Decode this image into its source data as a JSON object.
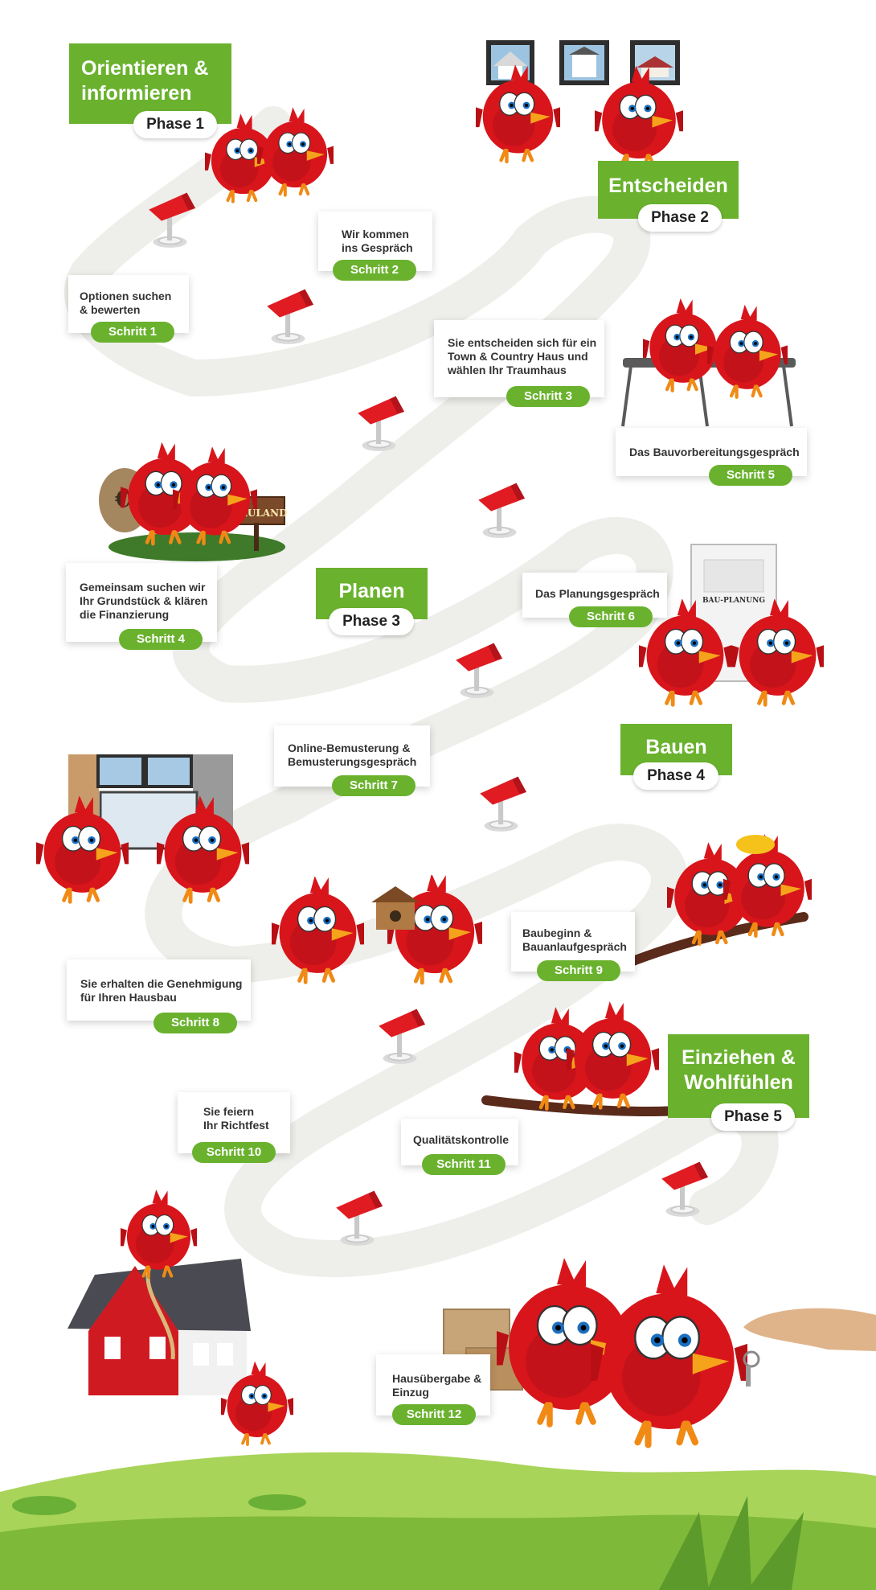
{
  "colors": {
    "accent_green": "#6ab22e",
    "path": "#eeeeea",
    "bird_red": "#d8151b",
    "marker_red": "#e01b22",
    "grass": "#8ec63f"
  },
  "phases": [
    {
      "title": "Orientieren &\ninformieren",
      "label": "Phase 1"
    },
    {
      "title": "Entscheiden",
      "label": "Phase 2"
    },
    {
      "title": "Planen",
      "label": "Phase 3"
    },
    {
      "title": "Bauen",
      "label": "Phase 4"
    },
    {
      "title": "Einziehen &\nWohlfühlen",
      "label": "Phase 5"
    }
  ],
  "steps": [
    {
      "text": "Optionen suchen\n& bewerten",
      "label": "Schritt 1"
    },
    {
      "text": "Wir kommen\nins Gespräch",
      "label": "Schritt 2"
    },
    {
      "text": "Sie entscheiden sich für ein\nTown & Country Haus und\nwählen Ihr Traumhaus",
      "label": "Schritt 3"
    },
    {
      "text": "Gemeinsam suchen wir\nIhr Grundstück & klären\ndie Finanzierung",
      "label": "Schritt 4"
    },
    {
      "text": "Das Bauvorbereitungsgespräch",
      "label": "Schritt 5"
    },
    {
      "text": "Das Planungsgespräch",
      "label": "Schritt 6"
    },
    {
      "text": "Online-Bemusterung &\nBemusterungsgespräch",
      "label": "Schritt 7"
    },
    {
      "text": "Sie erhalten die Genehmigung\nfür Ihren Hausbau",
      "label": "Schritt 8"
    },
    {
      "text": "Baubeginn &\nBauanlaufgespräch",
      "label": "Schritt 9"
    },
    {
      "text": "Sie feiern\nIhr Richtfest",
      "label": "Schritt 10"
    },
    {
      "text": "Qualitätskontrolle",
      "label": "Schritt 11"
    },
    {
      "text": "Hausübergabe &\nEinzug",
      "label": "Schritt 12"
    }
  ],
  "signs": {
    "bauland": "BAULAND",
    "bau_planung": "BAU-PLANUNG"
  },
  "icons": [
    "path-marker-icon",
    "bird-mascot-icon",
    "house-icon",
    "money-bag-icon",
    "hand-with-keys-icon"
  ]
}
